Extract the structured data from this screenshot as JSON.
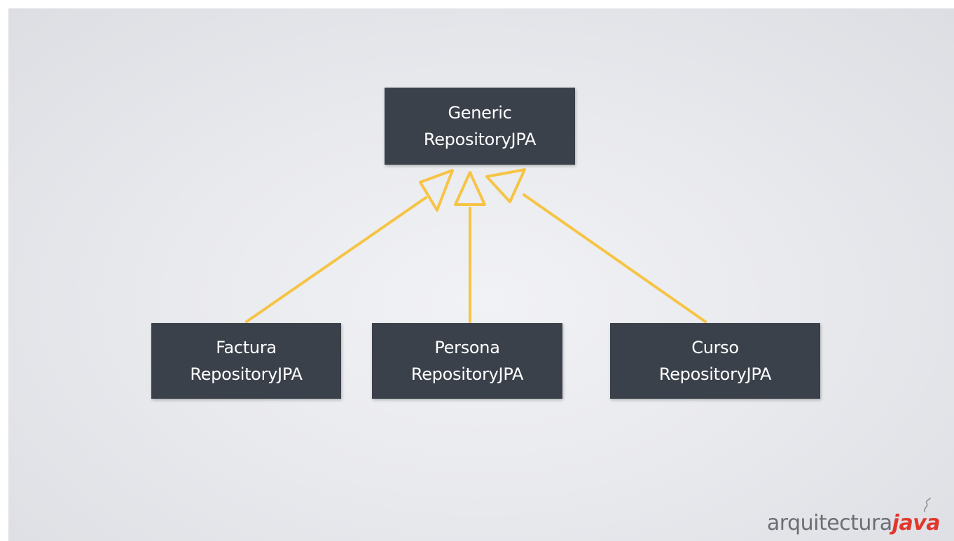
{
  "diagram": {
    "parent": {
      "line1": "Generic",
      "line2": "RepositoryJPA"
    },
    "children": [
      {
        "line1": "Factura",
        "line2": "RepositoryJPA"
      },
      {
        "line1": "Persona",
        "line2": "RepositoryJPA"
      },
      {
        "line1": "Curso",
        "line2": "RepositoryJPA"
      }
    ],
    "colors": {
      "box_fill": "#3b414b",
      "box_text": "#ffffff",
      "connector": "#f6c445",
      "background": "#eceef1"
    }
  },
  "logo": {
    "part_a": "arquitectura",
    "part_b": "java",
    "color_a": "#6b6e73",
    "color_b": "#e2362b"
  }
}
